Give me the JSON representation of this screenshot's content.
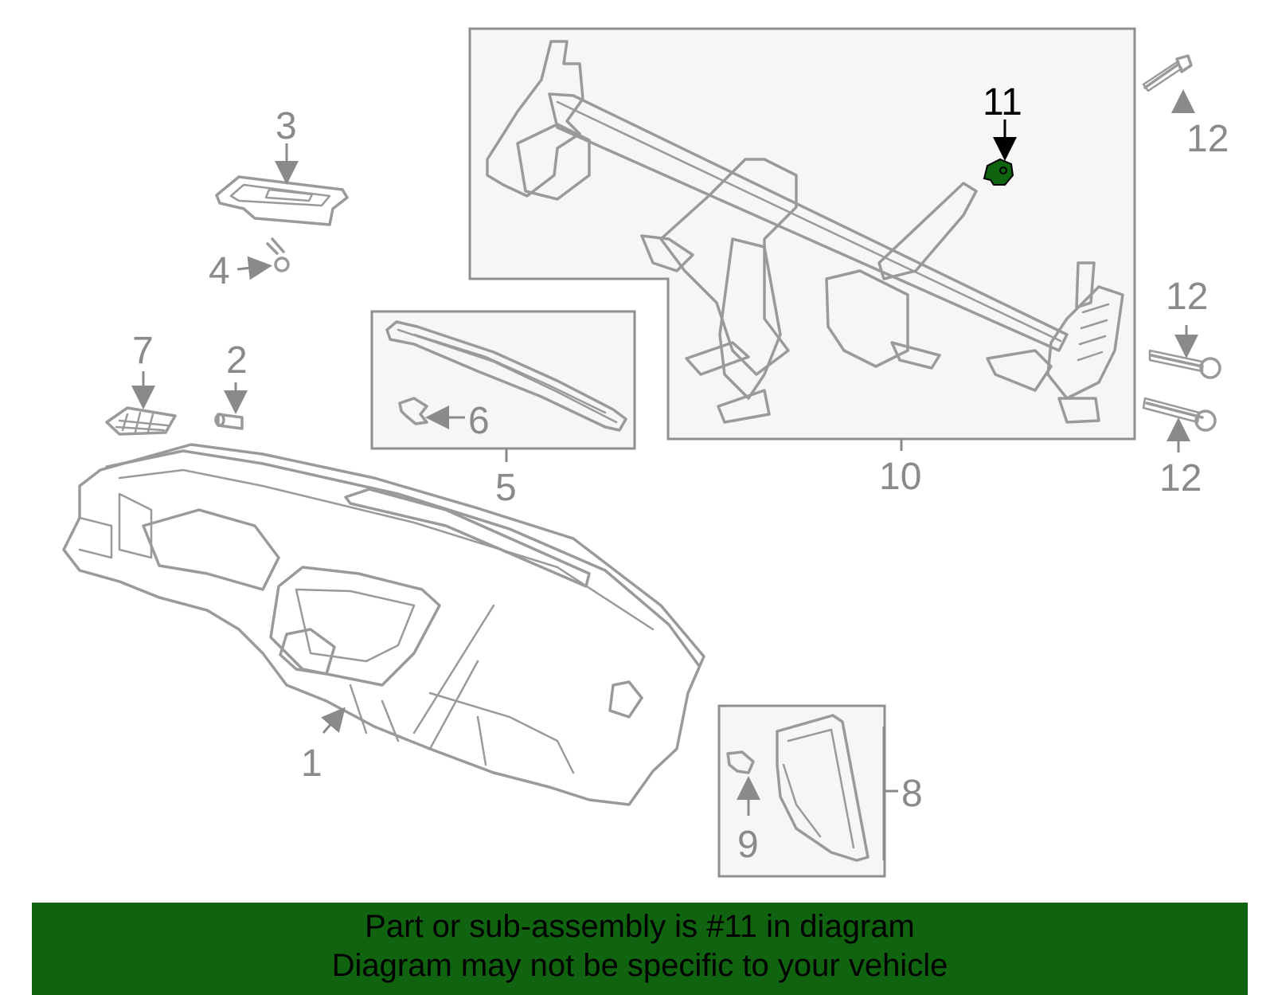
{
  "diagram": {
    "callouts": {
      "c1": "1",
      "c2": "2",
      "c3": "3",
      "c4": "4",
      "c5": "5",
      "c6": "6",
      "c7": "7",
      "c8": "8",
      "c9": "9",
      "c10": "10",
      "c11": "11",
      "c12a": "12",
      "c12b": "12",
      "c12c": "12"
    },
    "highlighted_part": "11",
    "colors": {
      "highlight": "#106410",
      "line": "#9a9a9a",
      "panel": "#f6f6f6"
    }
  },
  "banner": {
    "line1": "Part or sub-assembly is #11 in diagram",
    "line2": "Diagram may not be specific to your vehicle"
  }
}
